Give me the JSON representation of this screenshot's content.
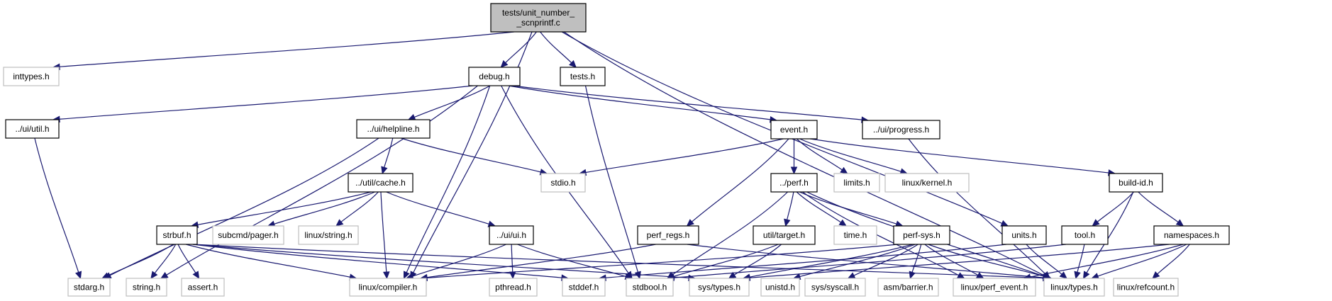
{
  "title": "tests/unit_number__scnprintf.c include dependency graph",
  "colors": {
    "edge": "#191970",
    "root_fill": "#bfbfbf",
    "node_border": "#000000",
    "external_border": "#bfbfbf"
  },
  "nodes": [
    {
      "id": "root",
      "label": [
        "tests/unit_number_",
        "_scnprintf.c"
      ],
      "kind": "root"
    },
    {
      "id": "inttypes",
      "label": [
        "inttypes.h"
      ],
      "kind": "external"
    },
    {
      "id": "debug",
      "label": [
        "debug.h"
      ],
      "kind": "internal"
    },
    {
      "id": "tests",
      "label": [
        "tests.h"
      ],
      "kind": "internal"
    },
    {
      "id": "uiutil",
      "label": [
        "../ui/util.h"
      ],
      "kind": "internal"
    },
    {
      "id": "helpline",
      "label": [
        "../ui/helpline.h"
      ],
      "kind": "internal"
    },
    {
      "id": "event",
      "label": [
        "event.h"
      ],
      "kind": "internal"
    },
    {
      "id": "progress",
      "label": [
        "../ui/progress.h"
      ],
      "kind": "internal"
    },
    {
      "id": "cache",
      "label": [
        "../util/cache.h"
      ],
      "kind": "internal"
    },
    {
      "id": "stdio",
      "label": [
        "stdio.h"
      ],
      "kind": "external"
    },
    {
      "id": "perf",
      "label": [
        "../perf.h"
      ],
      "kind": "internal"
    },
    {
      "id": "limits",
      "label": [
        "limits.h"
      ],
      "kind": "external"
    },
    {
      "id": "kernel",
      "label": [
        "linux/kernel.h"
      ],
      "kind": "external"
    },
    {
      "id": "buildid",
      "label": [
        "build-id.h"
      ],
      "kind": "internal"
    },
    {
      "id": "strbuf",
      "label": [
        "strbuf.h"
      ],
      "kind": "internal"
    },
    {
      "id": "pager",
      "label": [
        "subcmd/pager.h"
      ],
      "kind": "external"
    },
    {
      "id": "lstring",
      "label": [
        "linux/string.h"
      ],
      "kind": "external"
    },
    {
      "id": "uiui",
      "label": [
        "../ui/ui.h"
      ],
      "kind": "internal"
    },
    {
      "id": "perfregs",
      "label": [
        "perf_regs.h"
      ],
      "kind": "internal"
    },
    {
      "id": "target",
      "label": [
        "util/target.h"
      ],
      "kind": "internal"
    },
    {
      "id": "time",
      "label": [
        "time.h"
      ],
      "kind": "external"
    },
    {
      "id": "perfsys",
      "label": [
        "perf-sys.h"
      ],
      "kind": "internal"
    },
    {
      "id": "units",
      "label": [
        "units.h"
      ],
      "kind": "internal"
    },
    {
      "id": "tool",
      "label": [
        "tool.h"
      ],
      "kind": "internal"
    },
    {
      "id": "namespaces",
      "label": [
        "namespaces.h"
      ],
      "kind": "internal"
    },
    {
      "id": "stdarg",
      "label": [
        "stdarg.h"
      ],
      "kind": "external"
    },
    {
      "id": "string",
      "label": [
        "string.h"
      ],
      "kind": "external"
    },
    {
      "id": "assert",
      "label": [
        "assert.h"
      ],
      "kind": "external"
    },
    {
      "id": "compiler",
      "label": [
        "linux/compiler.h"
      ],
      "kind": "external"
    },
    {
      "id": "pthread",
      "label": [
        "pthread.h"
      ],
      "kind": "external"
    },
    {
      "id": "stddef",
      "label": [
        "stddef.h"
      ],
      "kind": "external"
    },
    {
      "id": "stdbool",
      "label": [
        "stdbool.h"
      ],
      "kind": "external"
    },
    {
      "id": "systypes",
      "label": [
        "sys/types.h"
      ],
      "kind": "external"
    },
    {
      "id": "unistd",
      "label": [
        "unistd.h"
      ],
      "kind": "external"
    },
    {
      "id": "syscall",
      "label": [
        "sys/syscall.h"
      ],
      "kind": "external"
    },
    {
      "id": "barrier",
      "label": [
        "asm/barrier.h"
      ],
      "kind": "external"
    },
    {
      "id": "perfevent",
      "label": [
        "linux/perf_event.h"
      ],
      "kind": "external"
    },
    {
      "id": "ltypes",
      "label": [
        "linux/types.h"
      ],
      "kind": "external"
    },
    {
      "id": "refcount",
      "label": [
        "linux/refcount.h"
      ],
      "kind": "external"
    }
  ],
  "edges": [
    [
      "root",
      "inttypes"
    ],
    [
      "root",
      "debug"
    ],
    [
      "root",
      "tests"
    ],
    [
      "root",
      "compiler"
    ],
    [
      "root",
      "units"
    ],
    [
      "root",
      "ltypes"
    ],
    [
      "debug",
      "uiutil"
    ],
    [
      "debug",
      "helpline"
    ],
    [
      "debug",
      "event"
    ],
    [
      "debug",
      "progress"
    ],
    [
      "debug",
      "string"
    ],
    [
      "debug",
      "compiler"
    ],
    [
      "debug",
      "stdbool"
    ],
    [
      "tests",
      "stdbool"
    ],
    [
      "uiutil",
      "stdarg"
    ],
    [
      "helpline",
      "cache"
    ],
    [
      "helpline",
      "stdio"
    ],
    [
      "helpline",
      "stdarg"
    ],
    [
      "event",
      "stdio"
    ],
    [
      "event",
      "perf"
    ],
    [
      "event",
      "limits"
    ],
    [
      "event",
      "kernel"
    ],
    [
      "event",
      "buildid"
    ],
    [
      "event",
      "perfregs"
    ],
    [
      "progress",
      "ltypes"
    ],
    [
      "cache",
      "strbuf"
    ],
    [
      "cache",
      "pager"
    ],
    [
      "cache",
      "lstring"
    ],
    [
      "cache",
      "uiui"
    ],
    [
      "cache",
      "compiler"
    ],
    [
      "perf",
      "target"
    ],
    [
      "perf",
      "time"
    ],
    [
      "perf",
      "perfsys"
    ],
    [
      "perf",
      "stdbool"
    ],
    [
      "perf",
      "ltypes"
    ],
    [
      "perf",
      "perfevent"
    ],
    [
      "buildid",
      "tool"
    ],
    [
      "buildid",
      "namespaces"
    ],
    [
      "buildid",
      "ltypes"
    ],
    [
      "strbuf",
      "stdarg"
    ],
    [
      "strbuf",
      "string"
    ],
    [
      "strbuf",
      "assert"
    ],
    [
      "strbuf",
      "compiler"
    ],
    [
      "strbuf",
      "stddef"
    ],
    [
      "strbuf",
      "systypes"
    ],
    [
      "strbuf",
      "ltypes"
    ],
    [
      "uiui",
      "compiler"
    ],
    [
      "uiui",
      "pthread"
    ],
    [
      "uiui",
      "stdbool"
    ],
    [
      "perfregs",
      "compiler"
    ],
    [
      "perfregs",
      "ltypes"
    ],
    [
      "target",
      "stdbool"
    ],
    [
      "target",
      "systypes"
    ],
    [
      "perfsys",
      "compiler"
    ],
    [
      "perfsys",
      "systypes"
    ],
    [
      "perfsys",
      "unistd"
    ],
    [
      "perfsys",
      "syscall"
    ],
    [
      "perfsys",
      "barrier"
    ],
    [
      "perfsys",
      "perfevent"
    ],
    [
      "perfsys",
      "ltypes"
    ],
    [
      "units",
      "stddef"
    ],
    [
      "units",
      "ltypes"
    ],
    [
      "tool",
      "stdbool"
    ],
    [
      "tool",
      "ltypes"
    ],
    [
      "namespaces",
      "systypes"
    ],
    [
      "namespaces",
      "perfevent"
    ],
    [
      "namespaces",
      "ltypes"
    ],
    [
      "namespaces",
      "refcount"
    ]
  ]
}
